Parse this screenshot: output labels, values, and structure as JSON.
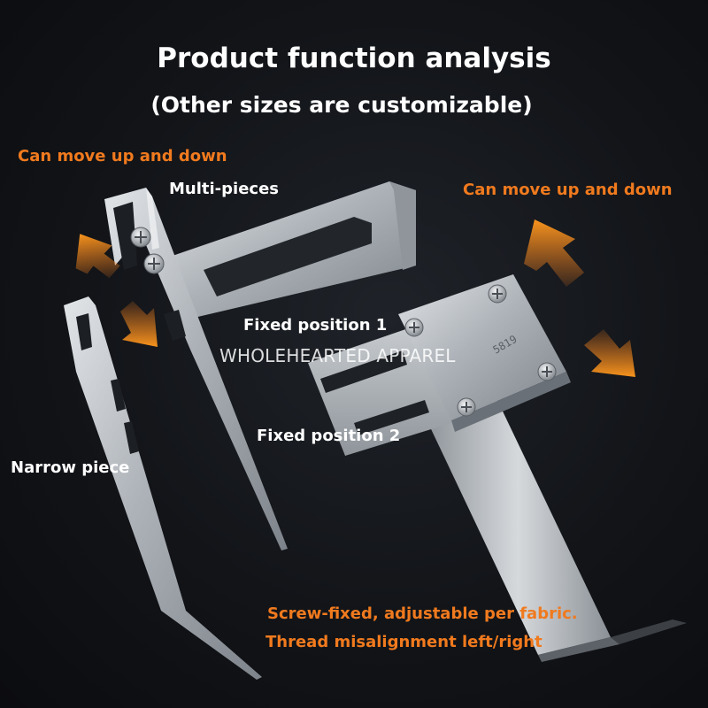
{
  "heading": {
    "title": "Product function analysis",
    "subtitle": "(Other sizes are customizable)"
  },
  "labels": {
    "move_left": "Can move up and down",
    "move_right": "Can move up and down",
    "multi_pieces": "Multi-pieces",
    "fixed_1": "Fixed position 1",
    "fixed_2": "Fixed position 2",
    "narrow_piece": "Narrow piece",
    "screw_fixed": "Screw-fixed, adjustable per fabric.",
    "thread": "Thread misalignment left/right"
  },
  "plate_marking": "5819",
  "watermark": "WHOLEHEARTED APPAREL",
  "colors": {
    "accent_orange": "#f07a1e",
    "background": "#121418",
    "steel": "#b9bec4"
  },
  "icons": [
    "arrow-up-left-icon",
    "arrow-down-right-icon",
    "screw-icon"
  ]
}
